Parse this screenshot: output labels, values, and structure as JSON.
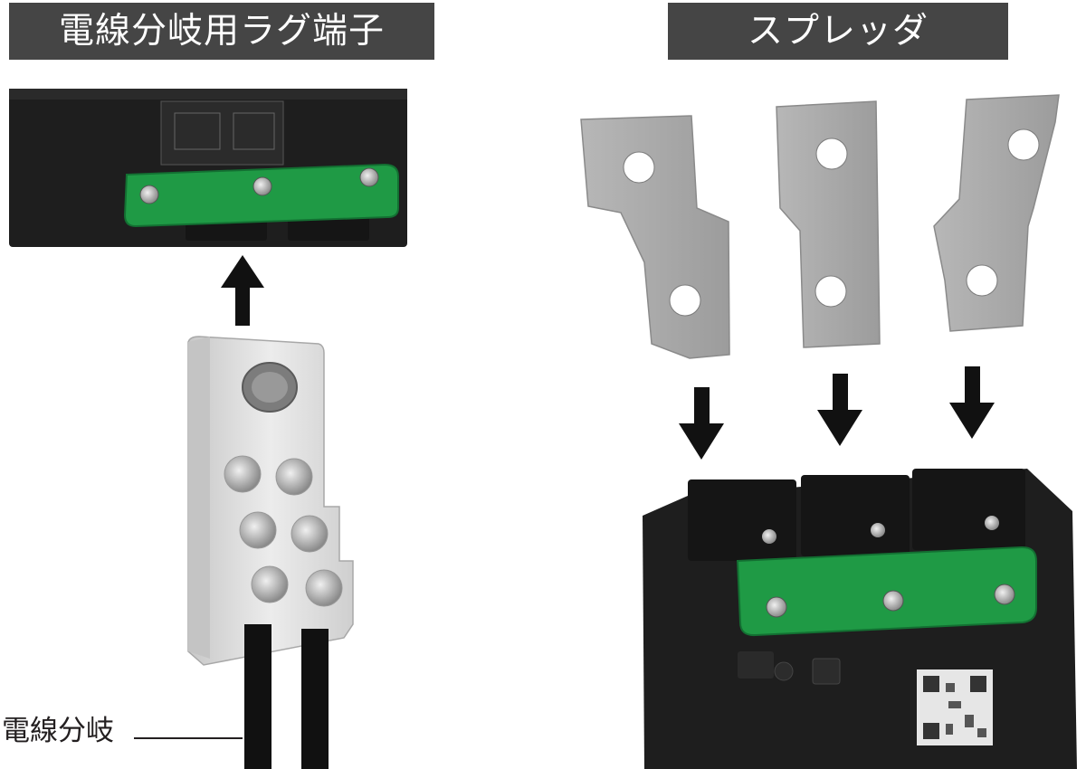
{
  "titles": {
    "left": "電線分岐用ラグ端子",
    "right": "スプレッダ"
  },
  "labels": {
    "branch": "電線分岐"
  },
  "colors": {
    "title_bg": "#454545",
    "title_text": "#ffffff",
    "breaker_body": "#1e1e1e",
    "green_plate": "#1f9a45",
    "lug_metal": "#d9d9d9",
    "spreader_metal": "#a9a9a9",
    "arrow": "#111111",
    "cable": "#111111"
  }
}
